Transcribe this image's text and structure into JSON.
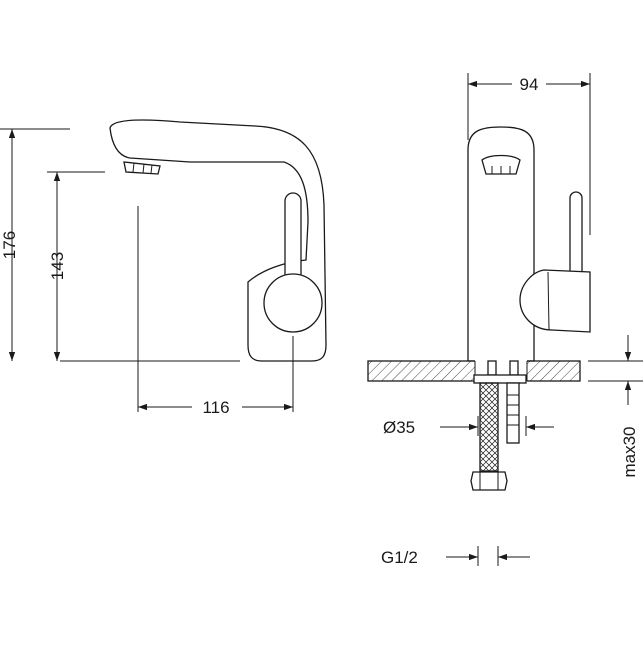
{
  "dimensions": {
    "height_total": "176",
    "height_spout": "143",
    "reach": "116",
    "width": "94",
    "hole_diameter": "Ø35",
    "max_thickness": "max30",
    "thread": "G1/2"
  }
}
